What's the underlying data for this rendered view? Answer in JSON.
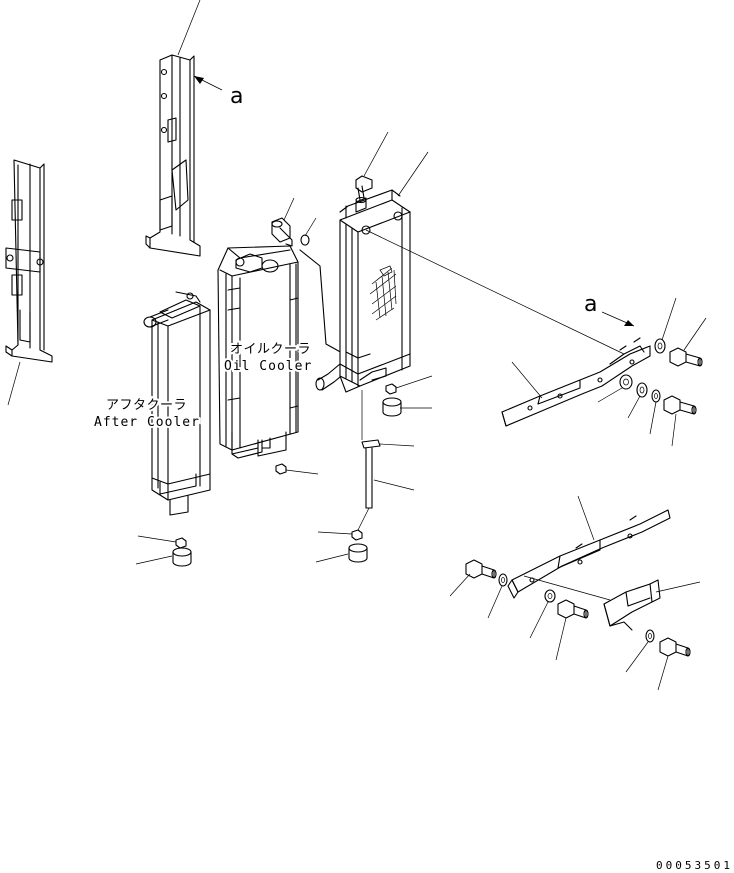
{
  "labels": {
    "after_cooler_jp": "アフタクーラ",
    "after_cooler_en": "After Cooler",
    "oil_cooler_jp": "オイルクーラ",
    "oil_cooler_en": "Oil Cooler",
    "view_marker_top": "a",
    "view_marker_right": "a"
  },
  "drawing_number": "00053501"
}
